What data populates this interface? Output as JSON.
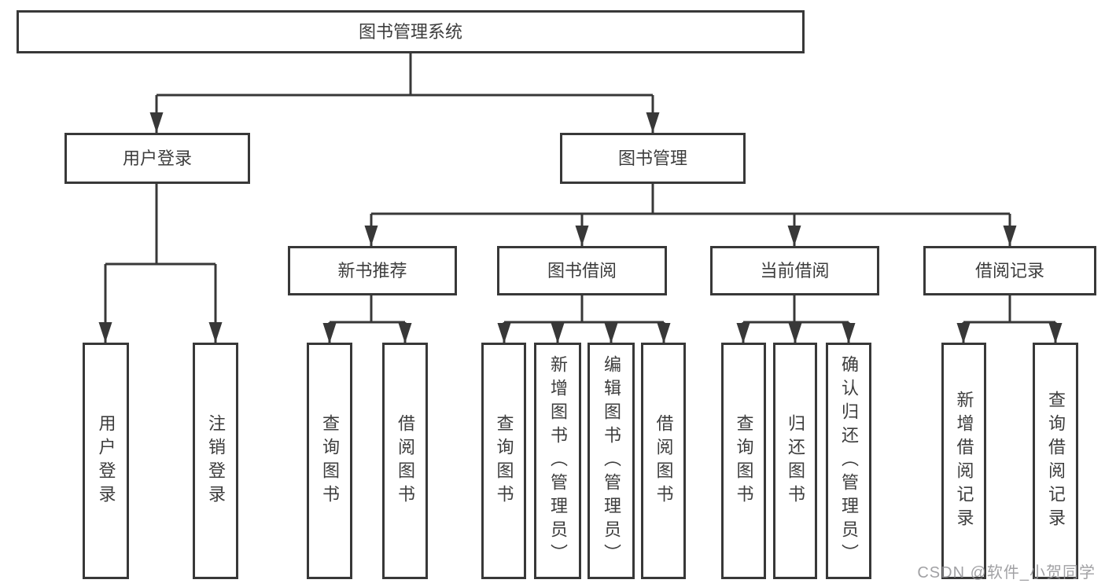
{
  "diagram_type": "hierarchy",
  "tree": {
    "root": "图书管理系统",
    "branches": [
      {
        "label": "用户登录",
        "children": [
          "用户登录",
          "注销登录"
        ]
      },
      {
        "label": "图书管理",
        "children": [
          {
            "label": "新书推荐",
            "children": [
              "查询图书",
              "借阅图书"
            ]
          },
          {
            "label": "图书借阅",
            "children": [
              "查询图书",
              "新增图书（管理员）",
              "编辑图书（管理员）",
              "借阅图书"
            ]
          },
          {
            "label": "当前借阅",
            "children": [
              "查询图书",
              "归还图书",
              "确认归还（管理员）"
            ]
          },
          {
            "label": "借阅记录",
            "children": [
              "新增借阅记录",
              "查询借阅记录"
            ]
          }
        ]
      }
    ]
  },
  "watermark": "CSDN @软件_小贺同学",
  "colors": {
    "line": "#383838",
    "text": "#3d3d3d",
    "background": "#ffffff",
    "watermark": "#919194"
  }
}
